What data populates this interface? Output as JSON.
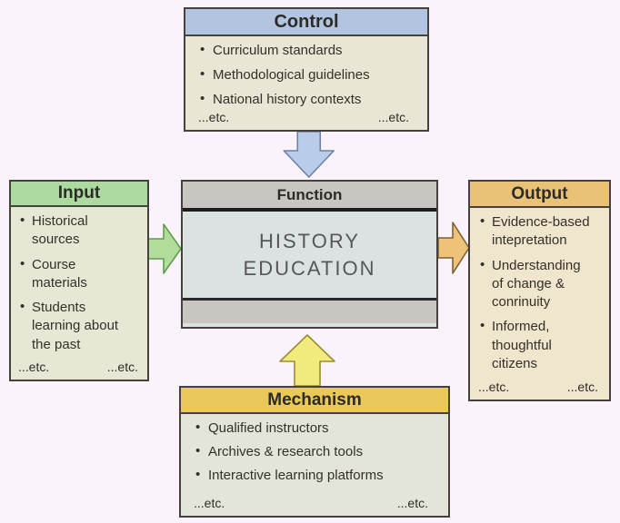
{
  "colors": {
    "page_bg": "#faf3fc",
    "box_border": "#45413c",
    "control_header_bg": "#b2c4e0",
    "control_body_bg": "#eae6d5",
    "input_header_bg": "#addaa0",
    "input_body_bg": "#e6e8d5",
    "function_header_bg": "#c9c6c1",
    "function_body_bg": "#dce1e2",
    "function_footer_bg": "#c9c6c1",
    "output_header_bg": "#e9c278",
    "output_body_bg": "#f0e5cd",
    "mechanism_header_bg": "#eac859",
    "mechanism_body_bg": "#e2e5d8",
    "control_arrow_fill": "#b9cce9",
    "control_arrow_stroke": "#7080a8",
    "input_arrow_fill": "#b2dc9c",
    "input_arrow_stroke": "#5d9f4a",
    "output_arrow_fill": "#edc379",
    "output_arrow_stroke": "#7d6233",
    "mechanism_arrow_fill": "#f3ea7d",
    "mechanism_arrow_stroke": "#998d33"
  },
  "control": {
    "title": "Control",
    "items": [
      "Curriculum standards",
      "Methodological guidelines",
      "National history contexts"
    ],
    "etc_left": "...etc.",
    "etc_right": "...etc."
  },
  "input": {
    "title": "Input",
    "items": [
      [
        "Historical",
        "sources"
      ],
      [
        "Course",
        "materials"
      ],
      [
        "Students",
        "learning about",
        "the past"
      ]
    ],
    "etc_left": "...etc.",
    "etc_right": "...etc."
  },
  "function": {
    "title": "Function",
    "label_lines": [
      "HISTORY",
      "EDUCATION"
    ]
  },
  "output": {
    "title": "Output",
    "items": [
      [
        "Evidence-based",
        "intepretation"
      ],
      [
        "Understanding",
        "of change &",
        "conrinuity"
      ],
      [
        "Informed,",
        "thoughtful",
        "citizens"
      ]
    ],
    "etc_left": "...etc.",
    "etc_right": "...etc."
  },
  "mechanism": {
    "title": "Mechanism",
    "items": [
      "Qualified instructors",
      "Archives & research tools",
      "Interactive learning platforms"
    ],
    "etc_left": "...etc.",
    "etc_right": "...etc."
  }
}
